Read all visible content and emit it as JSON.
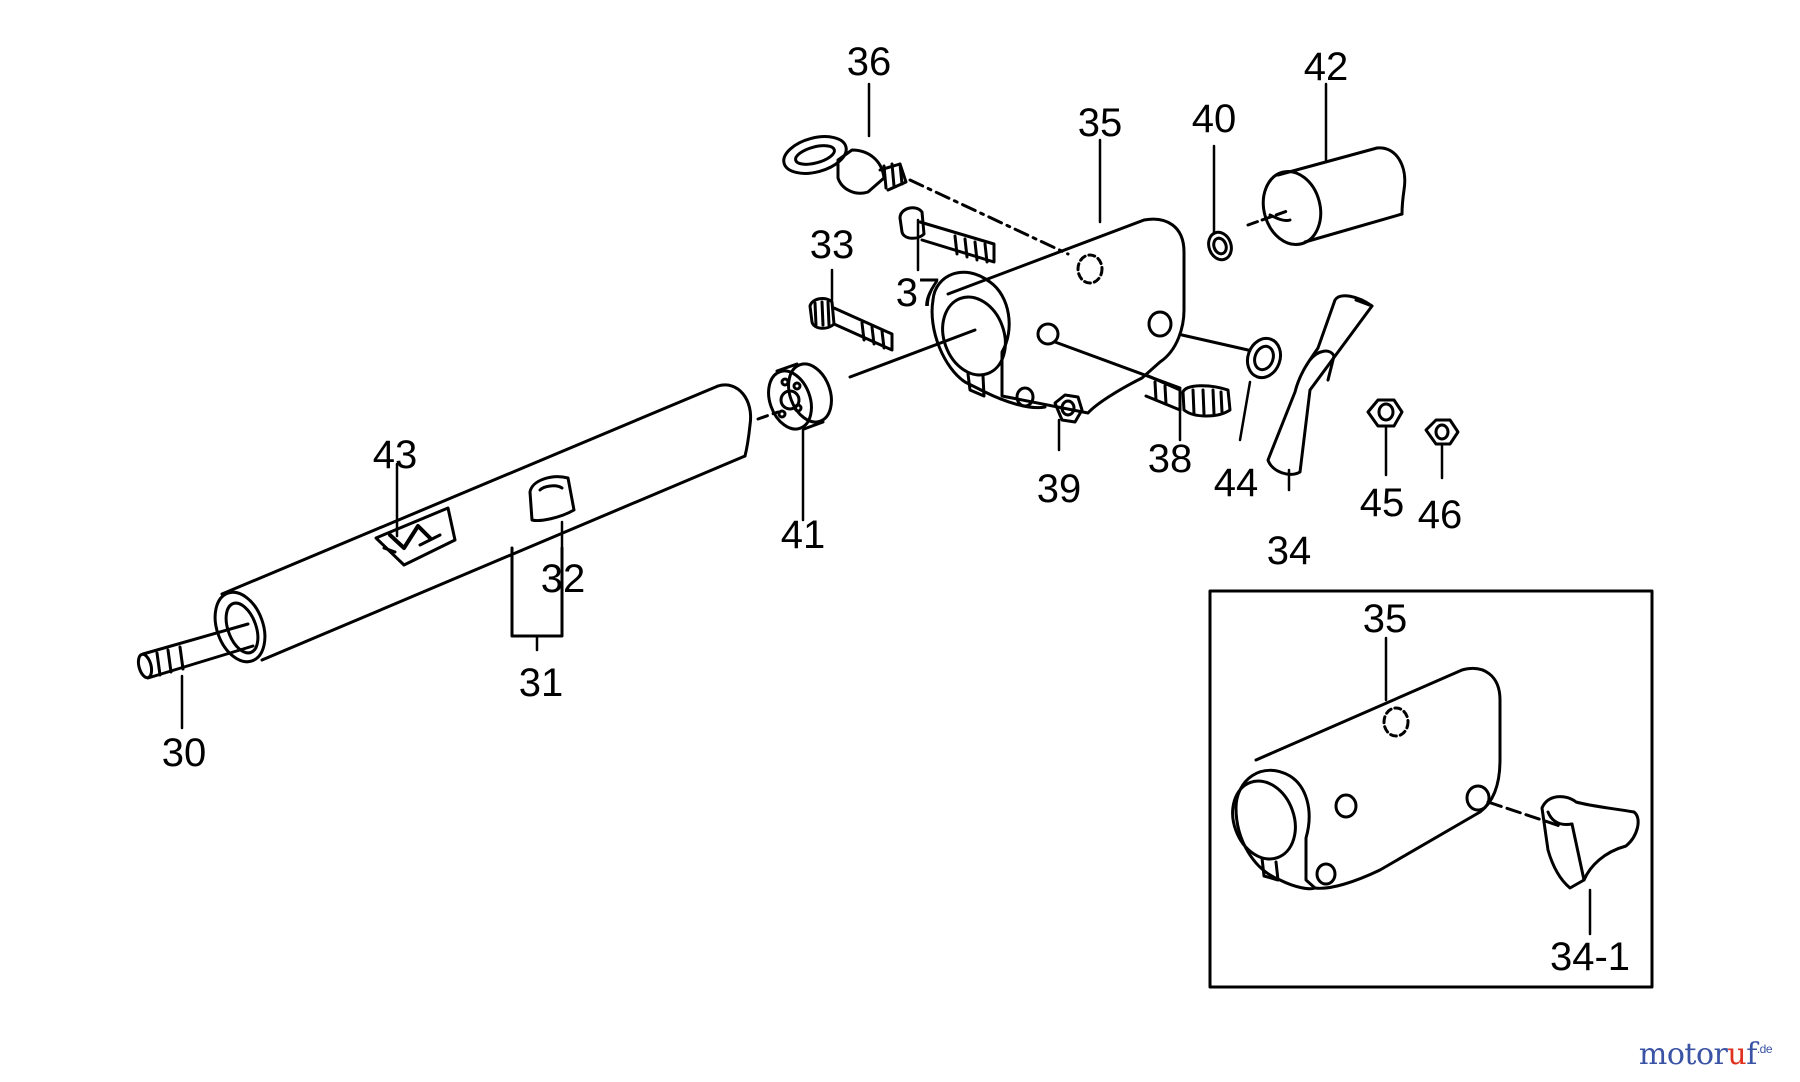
{
  "diagram": {
    "part_labels": [
      "30",
      "31",
      "32",
      "33",
      "34",
      "35",
      "36",
      "37",
      "38",
      "39",
      "40",
      "41",
      "42",
      "43",
      "44",
      "45",
      "46"
    ],
    "inset": {
      "part_labels": [
        "35",
        "34-1"
      ]
    }
  },
  "watermark": {
    "part1": "motor",
    "part2": "u",
    "part3": "f",
    "suffix": ".de"
  },
  "colors": {
    "line": "#000000",
    "background": "#ffffff",
    "watermark_blue": "#3a53a4",
    "watermark_red": "#e0301e"
  }
}
